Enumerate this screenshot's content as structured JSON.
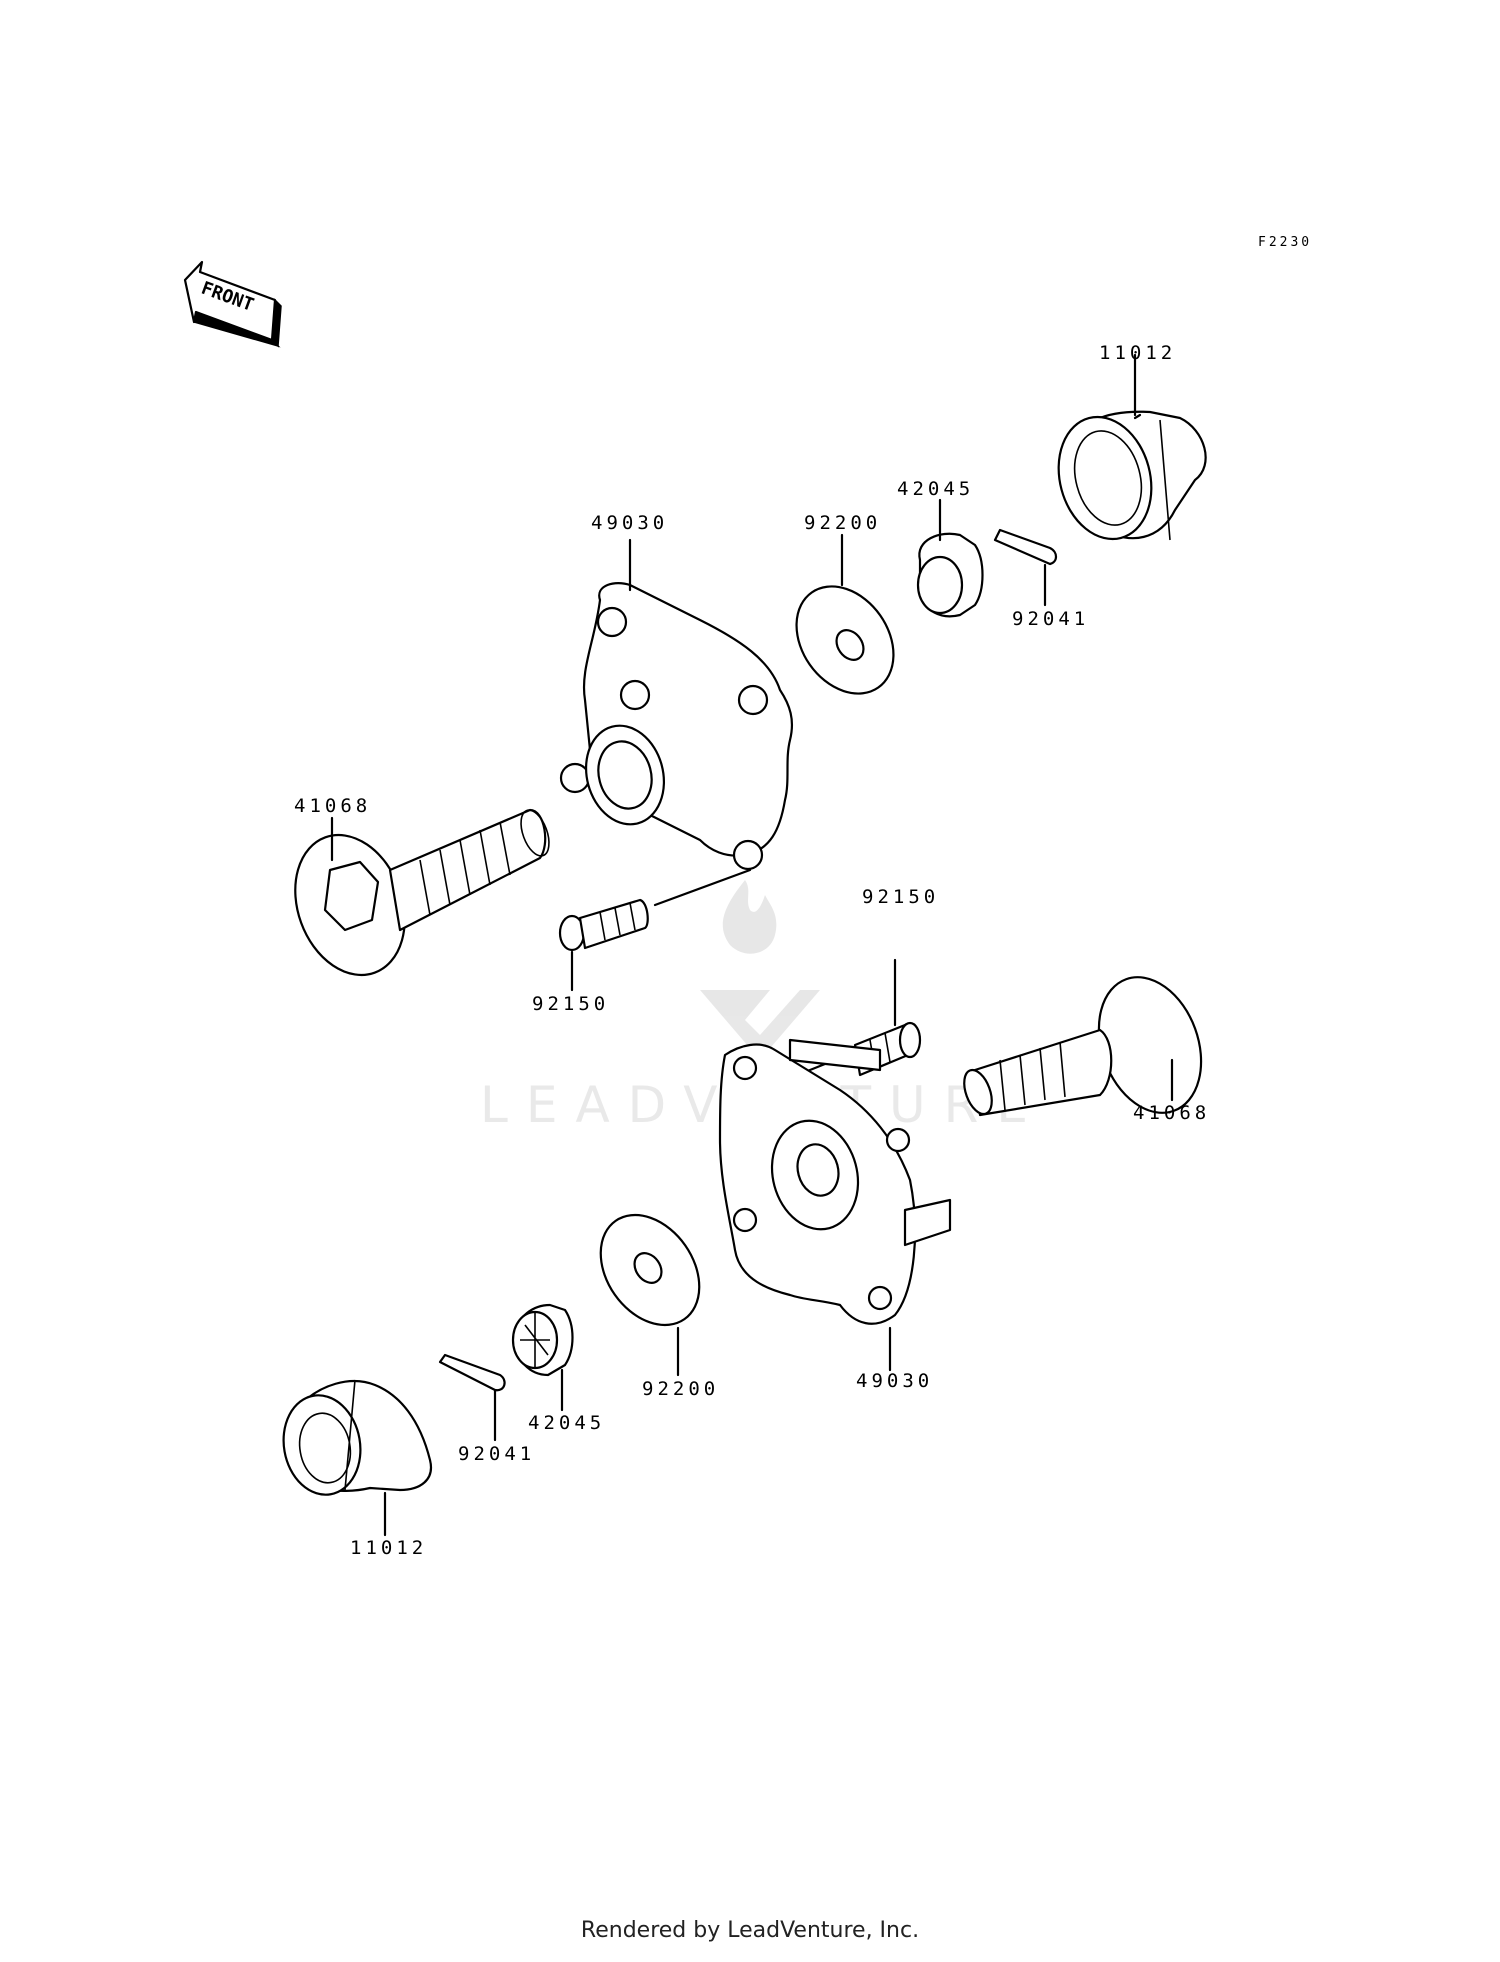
{
  "diagram_code": "F2230",
  "front_arrow_text": "FRONT",
  "watermark_text": "LEADVENTURE",
  "footer_text": "Rendered by LeadVenture, Inc.",
  "labels": {
    "p11012_top": "11012",
    "p49030_top": "49030",
    "p92200_top": "92200",
    "p42045_top": "42045",
    "p92041_top": "92041",
    "p41068_left": "41068",
    "p92150_left": "92150",
    "p92150_right": "92150",
    "p41068_right": "41068",
    "p49030_bottom": "49030",
    "p92200_bottom": "92200",
    "p42045_bottom": "42045",
    "p92041_bottom": "92041",
    "p11012_bottom": "11012"
  }
}
